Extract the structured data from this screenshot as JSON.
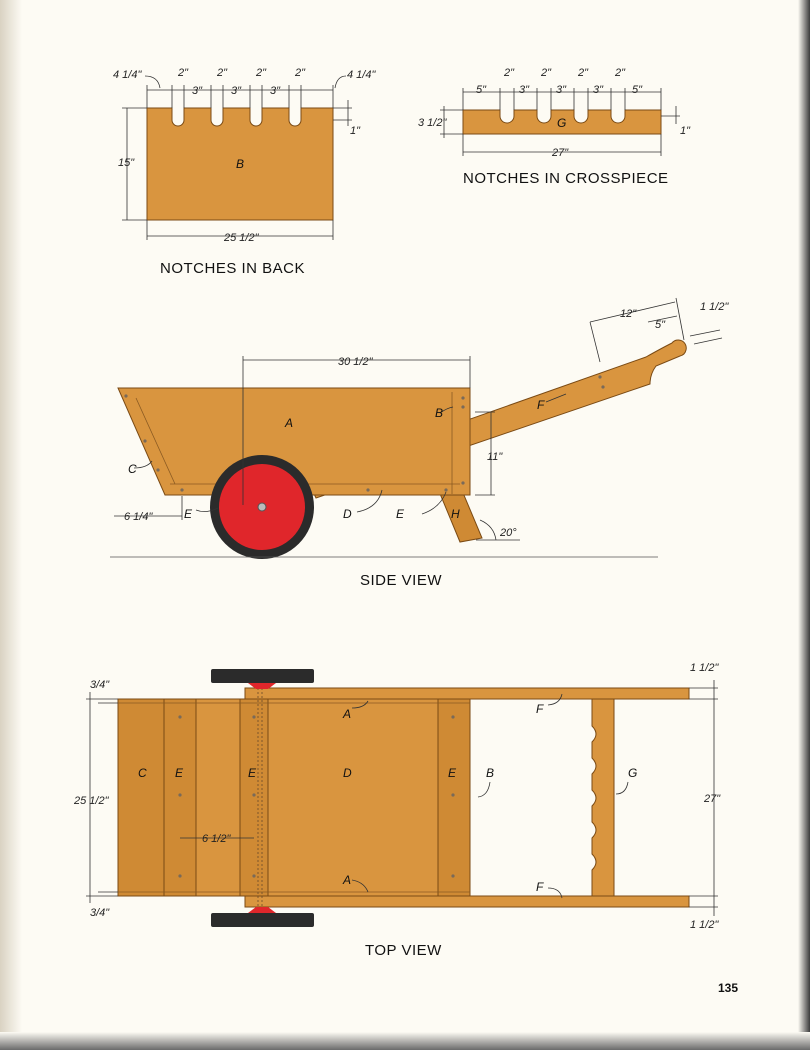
{
  "page_number": "135",
  "colors": {
    "wood": "#d9953f",
    "tire": "#2b2b2b",
    "hub": "#e0262b",
    "paper": "#fdfbf4"
  },
  "back": {
    "title": "NOTCHES IN BACK",
    "part": "B",
    "dims": {
      "left_edge": "4 1/4\"",
      "right_edge": "4 1/4\"",
      "notch": "2\"",
      "gap": "3\"",
      "height": "15\"",
      "depth": "1\"",
      "width": "25 1/2\""
    }
  },
  "crosspiece": {
    "title": "NOTCHES IN CROSSPIECE",
    "part": "G",
    "dims": {
      "end": "5\"",
      "notch": "2\"",
      "gap": "3\"",
      "height": "3 1/2\"",
      "depth": "1\"",
      "length": "27\""
    }
  },
  "side": {
    "title": "SIDE VIEW",
    "parts": {
      "A": "A",
      "B": "B",
      "C": "C",
      "D": "D",
      "E": "E",
      "F": "F",
      "H": "H"
    },
    "dims": {
      "top_length": "30 1/2\"",
      "handle_12": "12\"",
      "handle_5": "5\"",
      "handle_width": "1 1/2\"",
      "leg_height": "11\"",
      "front_offset": "6 1/4\"",
      "angle": "20°"
    }
  },
  "top": {
    "title": "TOP VIEW",
    "parts": {
      "A": "A",
      "B": "B",
      "C": "C",
      "D": "D",
      "E": "E",
      "F": "F",
      "G": "G"
    },
    "dims": {
      "edge": "3/4\"",
      "width": "25 1/2\"",
      "spacing": "6 1/2\"",
      "handle": "1 1/2\"",
      "outer": "27\""
    }
  }
}
